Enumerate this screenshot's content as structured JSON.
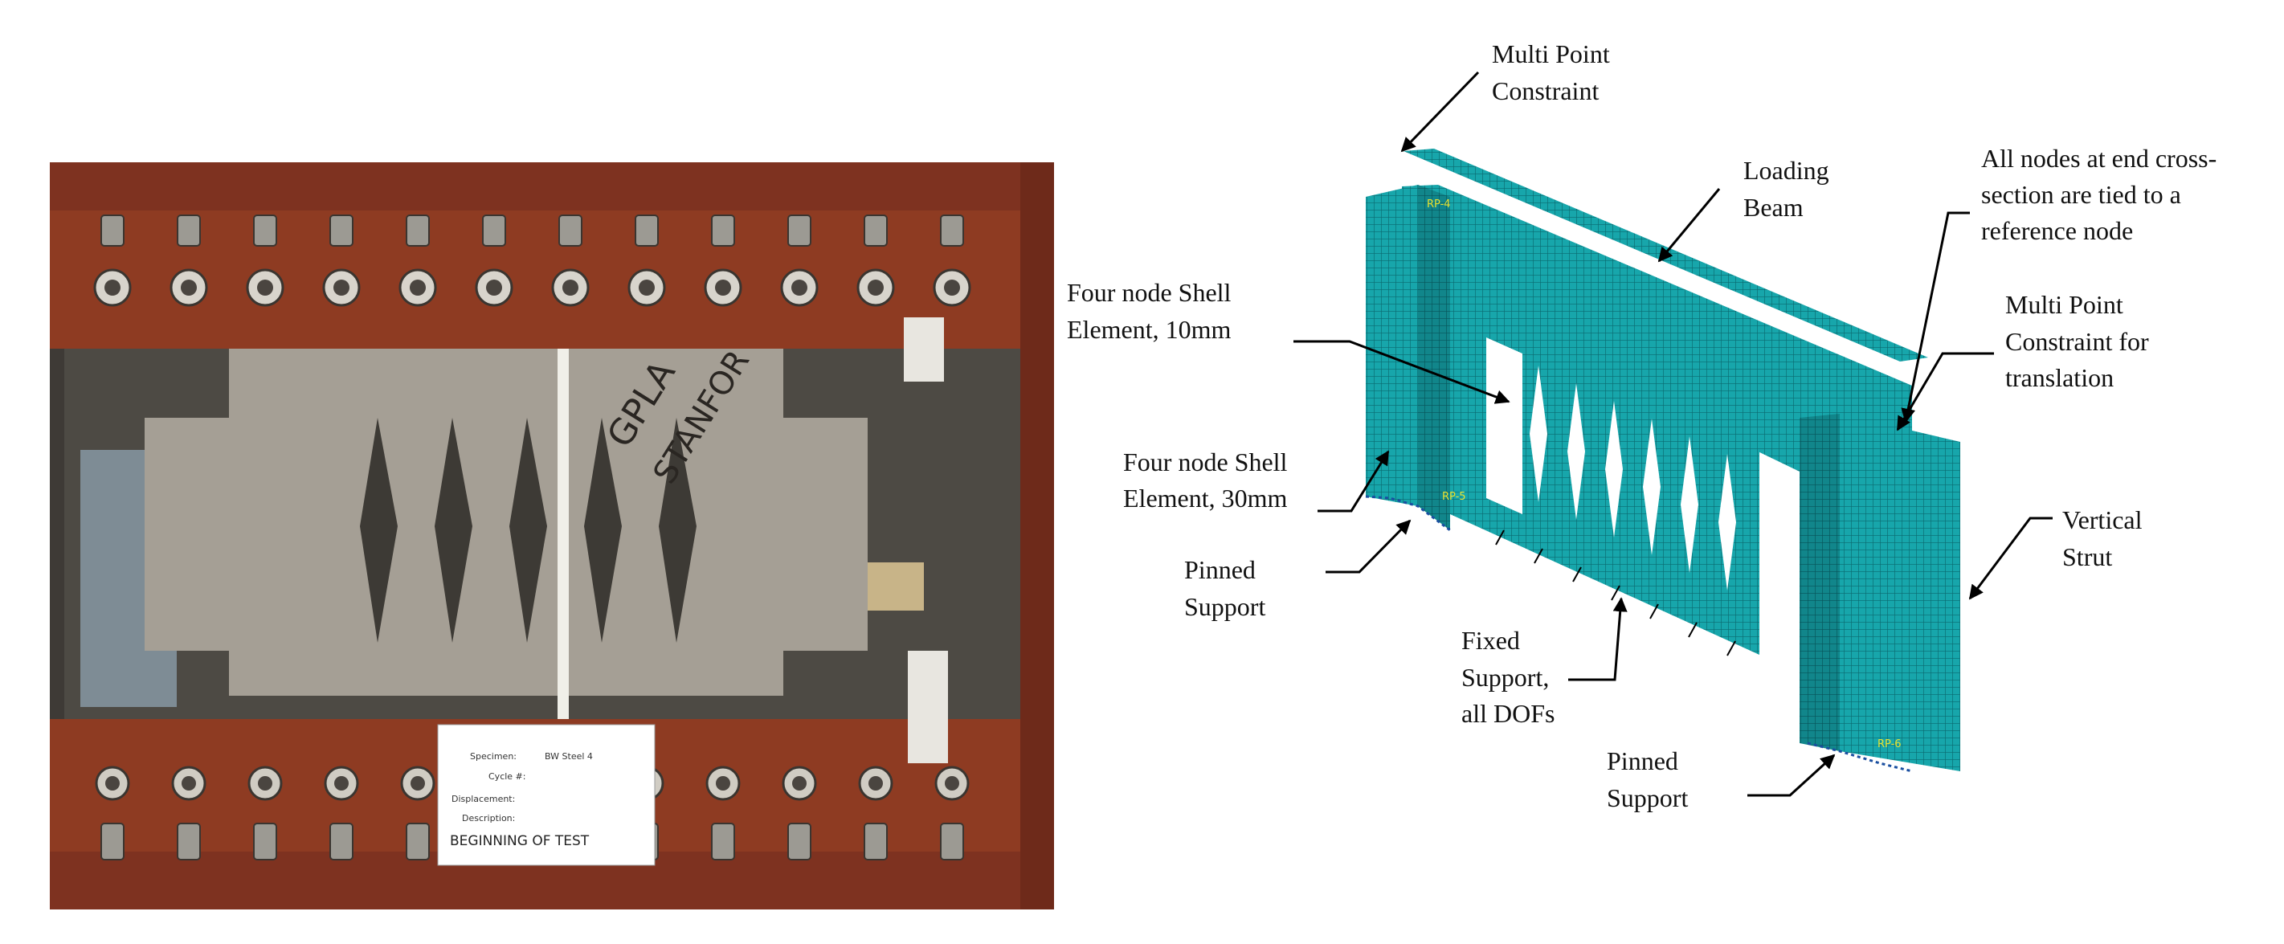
{
  "photo": {
    "handwriting": [
      "GPLA",
      "STANFOR"
    ],
    "card_fields": [
      "Specimen:",
      "Cycle #:",
      "Displacement:",
      "Description:"
    ],
    "card_specimen_value": "BW Steel 4",
    "card_description_value": "BEGINNING OF TEST"
  },
  "model": {
    "ref_points": [
      "RP-4",
      "RP-5",
      "RP-6"
    ]
  },
  "labels": {
    "mpc_top": [
      "Multi Point",
      "Constraint"
    ],
    "loading_beam": [
      "Loading",
      "Beam"
    ],
    "end_nodes": [
      "All nodes at end cross-",
      "section are tied to a",
      "reference node"
    ],
    "shell_10": [
      "Four node Shell",
      "Element, 10mm"
    ],
    "mpc_translation": [
      "Multi Point",
      "Constraint for",
      "translation"
    ],
    "shell_30": [
      "Four node Shell",
      "Element, 30mm"
    ],
    "vertical_strut": [
      "Vertical",
      "Strut"
    ],
    "pinned_left": [
      "Pinned",
      "Support"
    ],
    "fixed_support": [
      "Fixed",
      "Support,",
      "all DOFs"
    ],
    "pinned_right": [
      "Pinned",
      "Support"
    ]
  },
  "colors": {
    "frame": "#8e3b22",
    "plate": "#a39d94",
    "mesh": "#16a3a8",
    "mesh_line": "#0b6f74"
  }
}
